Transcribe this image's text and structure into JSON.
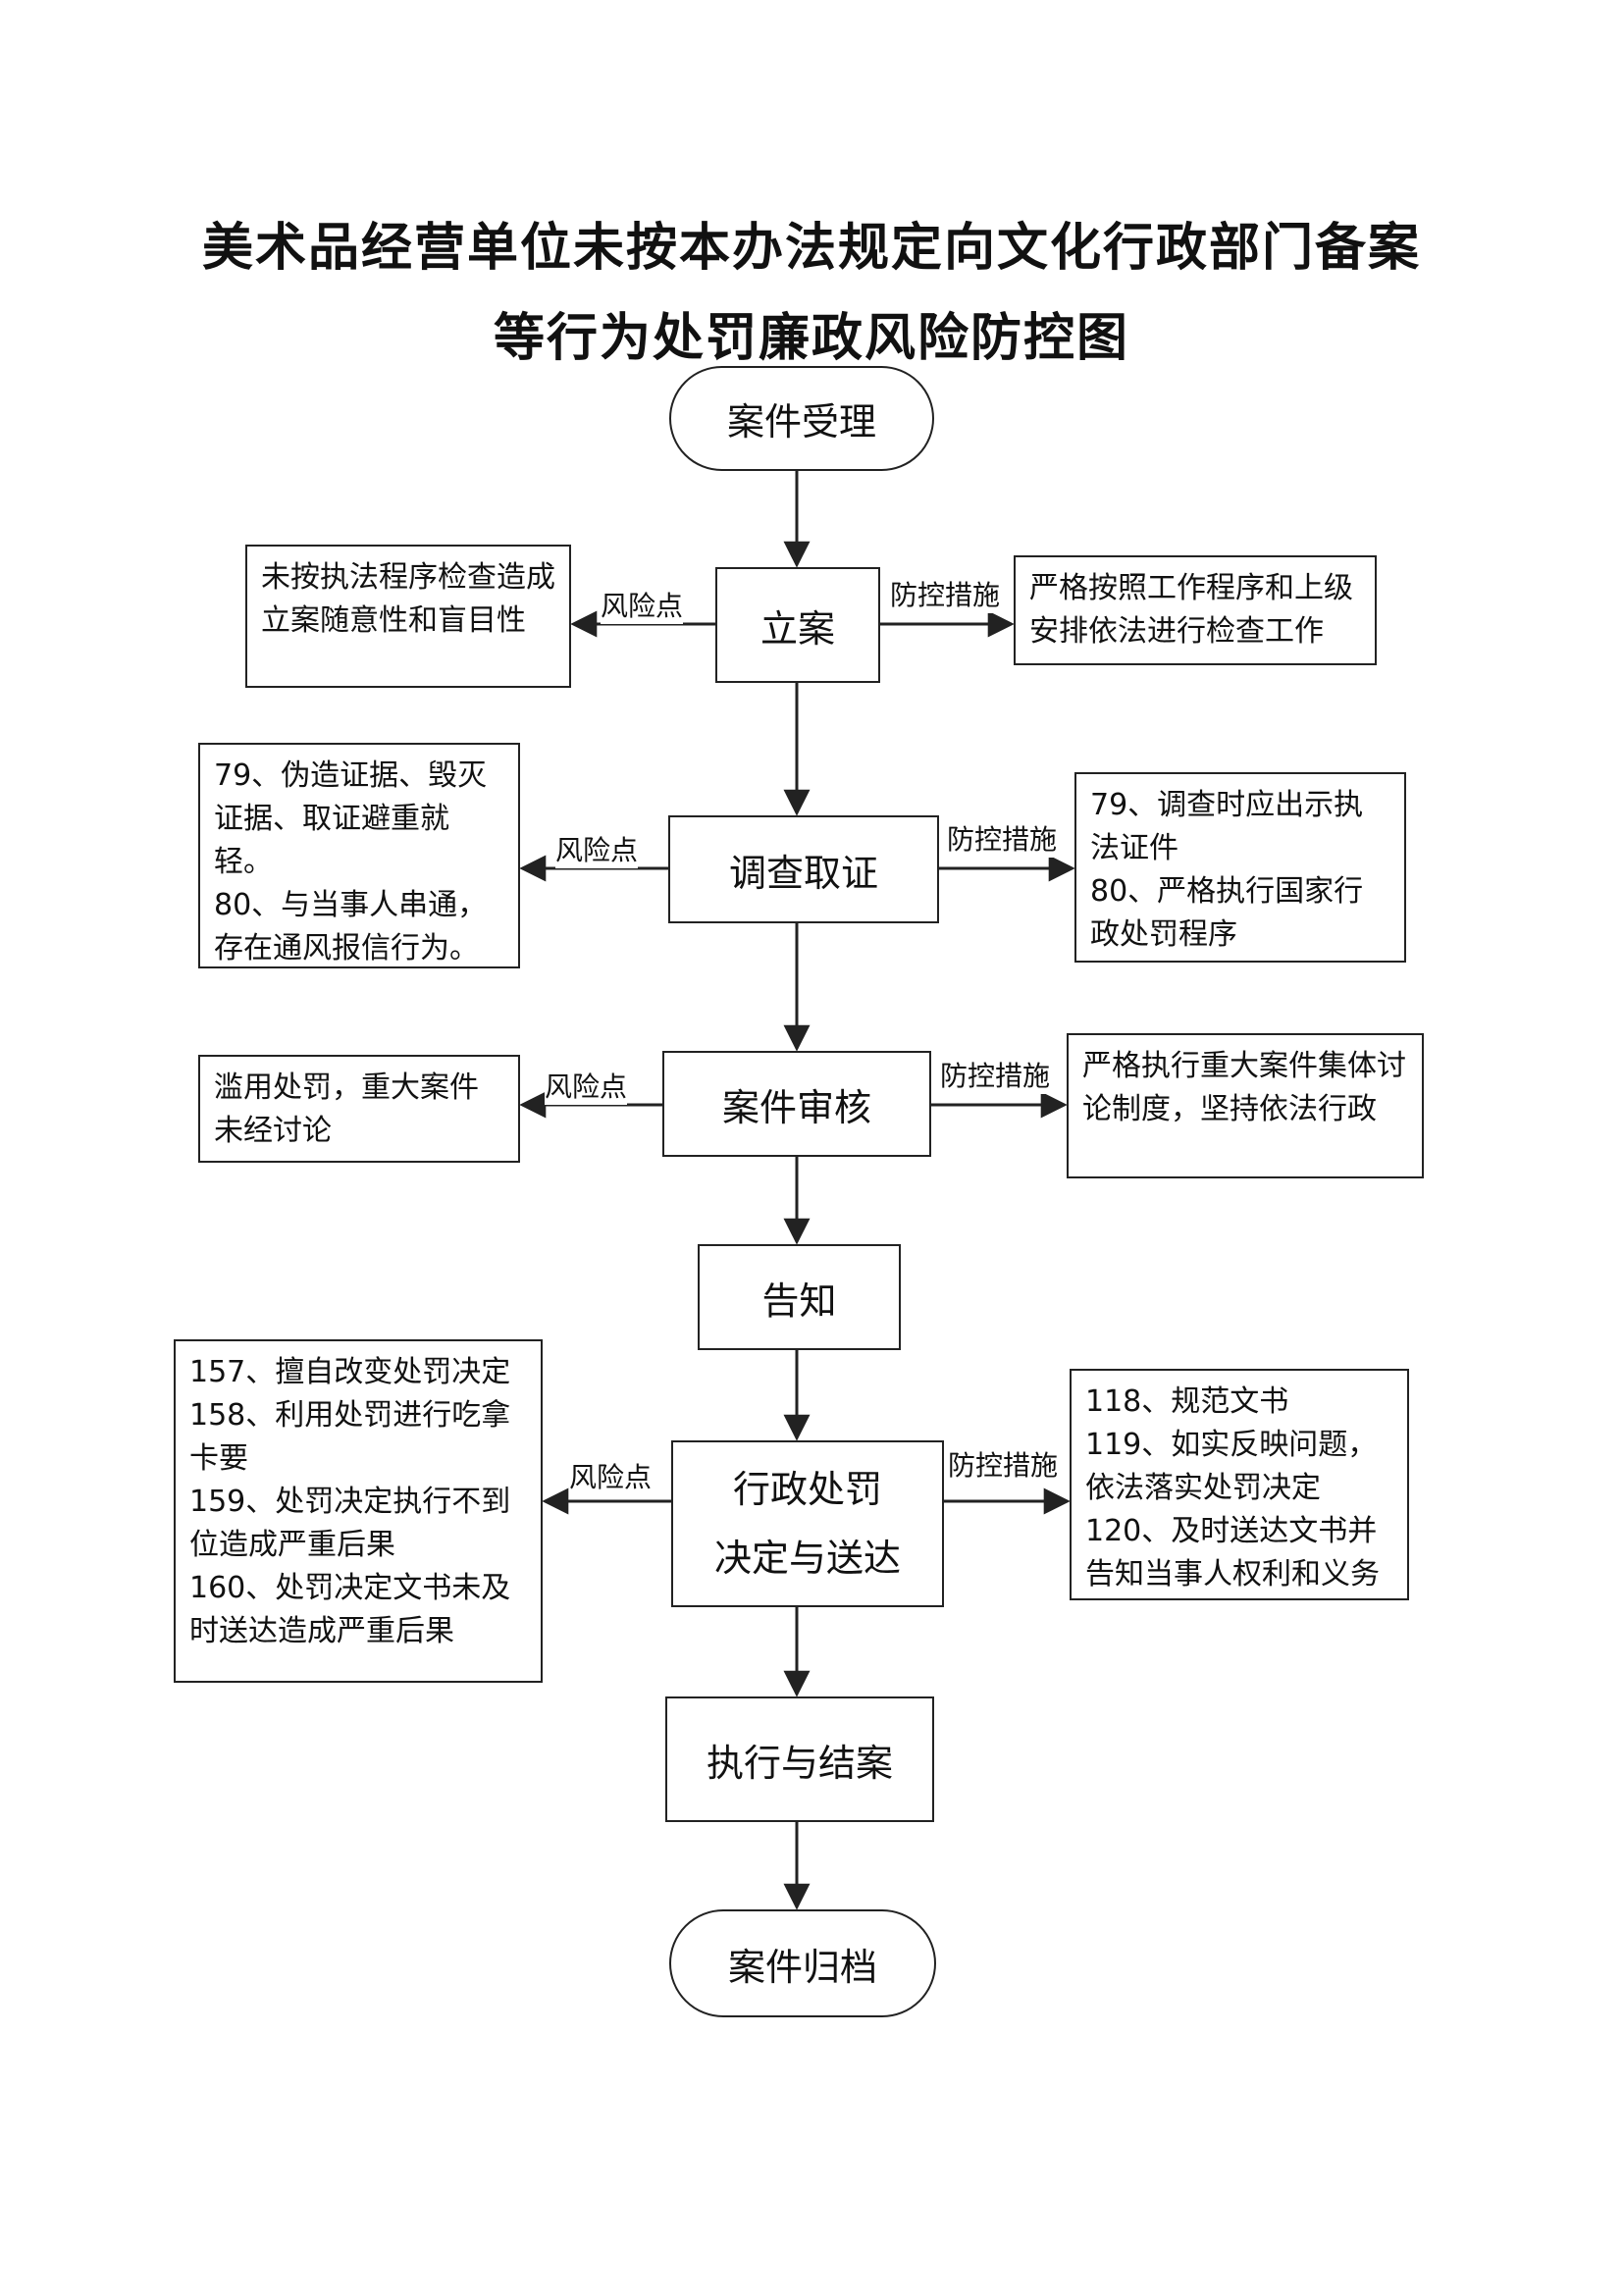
{
  "title": {
    "line1": "美术品经营单位未按本办法规定向文化行政部门备案",
    "line2": "等行为处罚廉政风险防控图"
  },
  "labels": {
    "risk": "风险点",
    "control": "防控措施"
  },
  "steps": {
    "accept": "案件受理",
    "file": "立案",
    "investigate": "调查取证",
    "review": "案件审核",
    "notify": "告知",
    "decision": [
      "行政处罚",
      "决定与送达"
    ],
    "execute": "执行与结案",
    "archive": "案件归档"
  },
  "risks": {
    "file": [
      "未按执法程序检查造成立案随意性和盲目性"
    ],
    "investigate": [
      "79、伪造证据、毁灭证据、取证避重就轻。",
      "80、与当事人串通，存在通风报信行为。"
    ],
    "review": [
      "滥用处罚，重大案件未经讨论"
    ],
    "decision": [
      "157、擅自改变处罚决定",
      "158、利用处罚进行吃拿卡要",
      "159、处罚决定执行不到位造成严重后果",
      "160、处罚决定文书未及时送达造成严重后果"
    ]
  },
  "controls": {
    "file": [
      "严格按照工作程序和上级安排依法进行检查工作"
    ],
    "investigate": [
      "79、调查时应出示执法证件",
      "80、严格执行国家行政处罚程序"
    ],
    "review": [
      "严格执行重大案件集体讨论制度，坚持依法行政"
    ],
    "decision": [
      "118、规范文书",
      "119、如实反映问题，依法落实处罚决定",
      "120、及时送达文书并告知当事人权利和义务"
    ]
  }
}
